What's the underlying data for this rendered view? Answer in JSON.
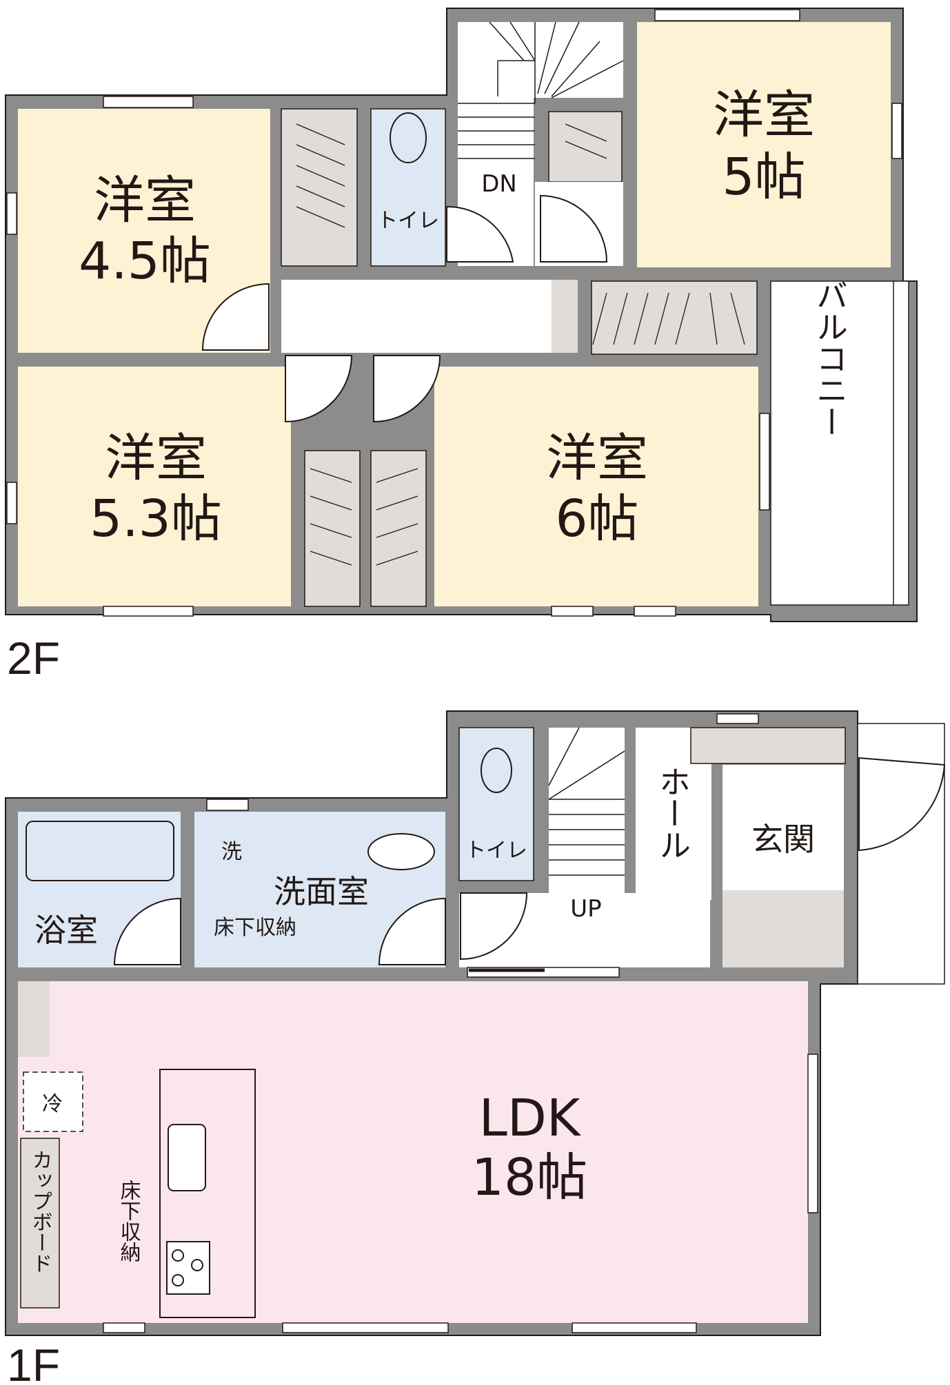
{
  "floors": {
    "second": {
      "label": "2F",
      "rooms": {
        "r45": {
          "name": "洋室",
          "size": "4.5帖"
        },
        "r5": {
          "name": "洋室",
          "size": "5帖"
        },
        "r53": {
          "name": "洋室",
          "size": "5.3帖"
        },
        "r6": {
          "name": "洋室",
          "size": "6帖"
        },
        "toilet": "トイレ",
        "balcony": "バルコニー",
        "stairs_dn": "DN"
      }
    },
    "first": {
      "label": "1F",
      "rooms": {
        "bath": "浴室",
        "washroom": "洗面室",
        "washer": "洗",
        "underfloor_storage_wash": "床下収納",
        "toilet": "トイレ",
        "stairs_up": "UP",
        "hall": "ホール",
        "entrance": "玄関",
        "ldk": {
          "name": "LDK",
          "size": "18帖"
        },
        "fridge": "冷",
        "cupboard": "カップボード",
        "underfloor_storage_kitchen": "床下収納"
      }
    }
  },
  "colors": {
    "wall": "#8a8a8a",
    "bedroom": "#fdf3d4",
    "wet_area": "#dde8f4",
    "ldk": "#fbe6ee",
    "storage": "#e1dcd7",
    "outline": "#231815"
  }
}
